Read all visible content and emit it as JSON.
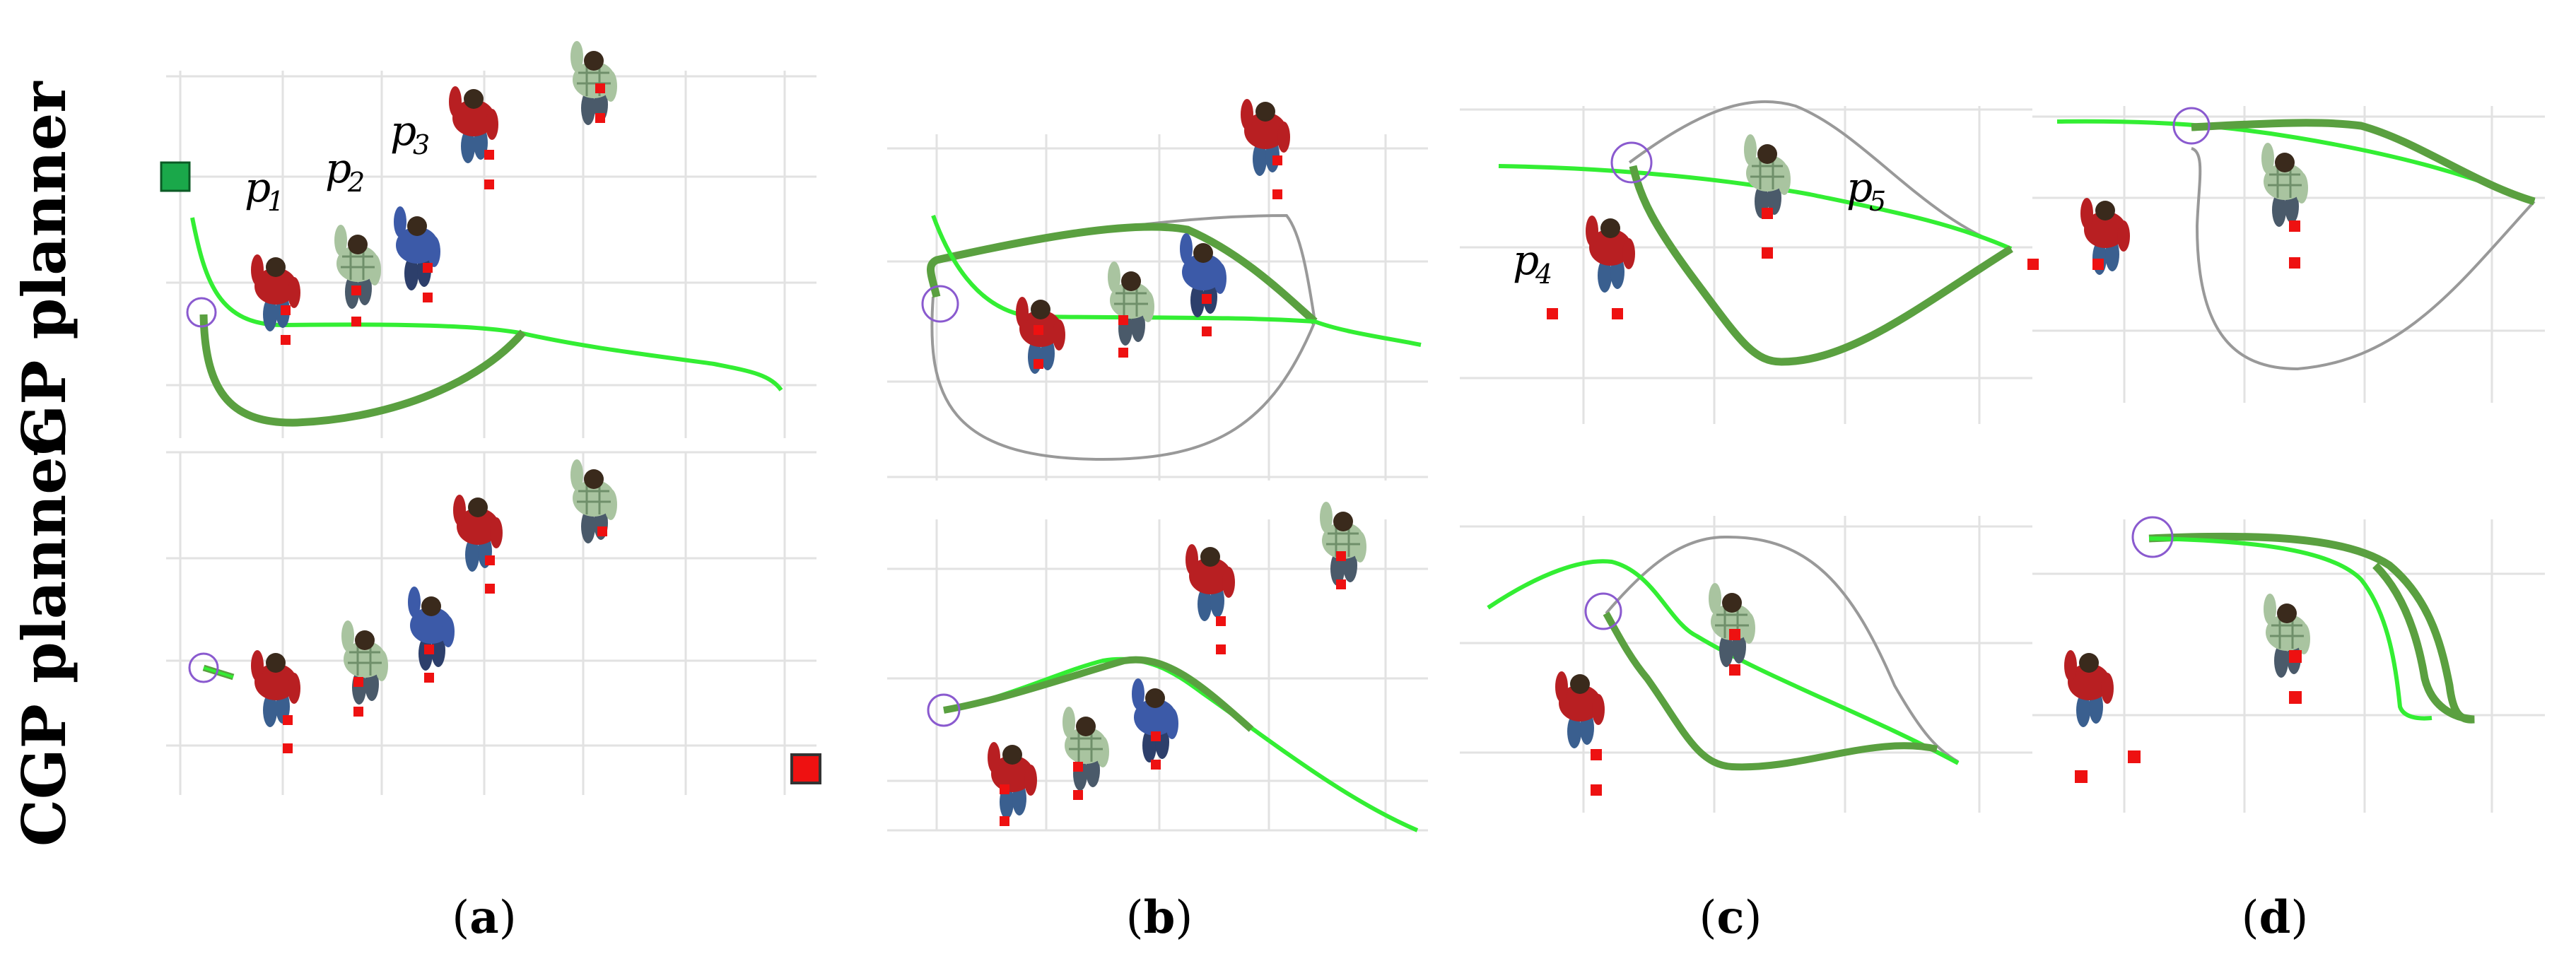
{
  "row_labels": {
    "top": "GP planner",
    "bottom": "CGP planner"
  },
  "captions": [
    "(a)",
    "(b)",
    "(c)",
    "(d)"
  ],
  "caption_parts": {
    "a": {
      "open": "(",
      "letter": "a",
      "close": ")"
    },
    "b": {
      "open": "(",
      "letter": "b",
      "close": ")"
    },
    "c": {
      "open": "(",
      "letter": "c",
      "close": ")"
    },
    "d": {
      "open": "(",
      "letter": "d",
      "close": ")"
    }
  },
  "pedestrian_labels": {
    "p1": {
      "base": "p",
      "sub": "1"
    },
    "p2": {
      "base": "p",
      "sub": "2"
    },
    "p3": {
      "base": "p",
      "sub": "3"
    },
    "p4": {
      "base": "p",
      "sub": "4"
    },
    "p5": {
      "base": "p",
      "sub": "5"
    }
  },
  "colors": {
    "grid": "#e2e2e2",
    "path_light": "#33ee33",
    "path_dark": "#5aa040",
    "path_gray": "#999999",
    "start_circle": "#8a5acf",
    "marker_red": "#ee1111",
    "start_square": "#1aa84a",
    "goal_square": "#ee1111",
    "shirt_red": "#b81f22",
    "shirt_blue": "#3c5aa8",
    "shirt_plaid": "#a9c4a0",
    "hair": "#3a2a1c",
    "pants": "#3a5f8f"
  }
}
